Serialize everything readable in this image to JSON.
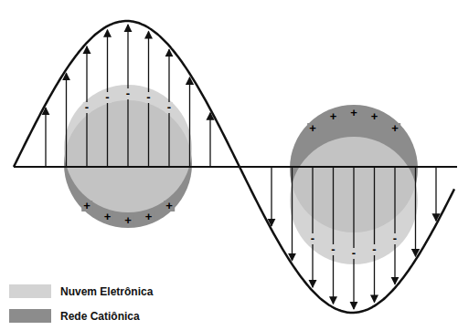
{
  "diagram": {
    "labels": [
      "-",
      "-",
      "-",
      "-",
      "-",
      "+",
      "+",
      "+",
      "+",
      "+",
      "+",
      "+",
      "+",
      "+",
      "+",
      "-",
      "-",
      "-",
      "-",
      "-"
    ],
    "legend": [
      {
        "text": "Nuvem Eletrônica",
        "color": "#d3d3d3"
      },
      {
        "text": "Rede Catiônica",
        "color": "#8c8c8c"
      }
    ]
  }
}
